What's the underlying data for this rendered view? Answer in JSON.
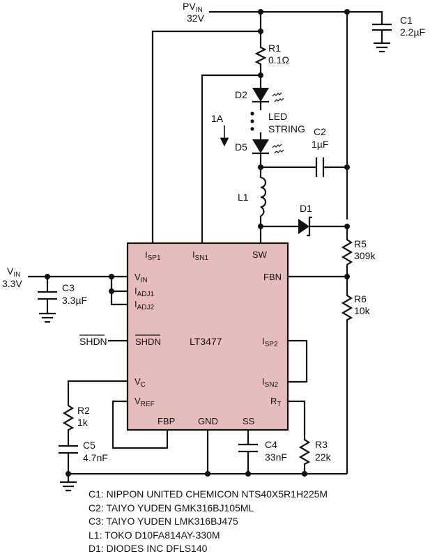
{
  "supply": {
    "pv_name": "PV",
    "pv_sub": "IN",
    "pv_value": "32V",
    "vin_name": "V",
    "vin_sub": "IN",
    "vin_value": "3.3V"
  },
  "ic": {
    "name": "LT3477",
    "pins": {
      "isp1": {
        "main": "I",
        "sub": "SP1"
      },
      "isn1": {
        "main": "I",
        "sub": "SN1"
      },
      "sw": {
        "main": "SW",
        "sub": ""
      },
      "vin": {
        "main": "V",
        "sub": "IN"
      },
      "iadj1": {
        "main": "I",
        "sub": "ADJ1"
      },
      "iadj2": {
        "main": "I",
        "sub": "ADJ2"
      },
      "fbn": {
        "main": "FBN",
        "sub": ""
      },
      "shdn": {
        "main": "SHDN",
        "sub": ""
      },
      "isp2": {
        "main": "I",
        "sub": "SP2"
      },
      "vc": {
        "main": "V",
        "sub": "C"
      },
      "isn2": {
        "main": "I",
        "sub": "SN2"
      },
      "vref": {
        "main": "V",
        "sub": "REF"
      },
      "rt": {
        "main": "R",
        "sub": "T"
      },
      "fbp": {
        "main": "FBP",
        "sub": ""
      },
      "gnd": {
        "main": "GND",
        "sub": ""
      },
      "ss": {
        "main": "SS",
        "sub": ""
      }
    }
  },
  "shdn_input": "SHDN",
  "components": {
    "c1": {
      "name": "C1",
      "value": "2.2µF"
    },
    "c2": {
      "name": "C2",
      "value": "1µF"
    },
    "c3": {
      "name": "C3",
      "value": "3.3µF"
    },
    "c4": {
      "name": "C4",
      "value": "33nF"
    },
    "c5": {
      "name": "C5",
      "value": "4.7nF"
    },
    "r1": {
      "name": "R1",
      "value": "0.1Ω"
    },
    "r2": {
      "name": "R2",
      "value": "1k"
    },
    "r3": {
      "name": "R3",
      "value": "22k"
    },
    "r5": {
      "name": "R5",
      "value": "309k"
    },
    "r6": {
      "name": "R6",
      "value": "10k"
    },
    "l1": {
      "name": "L1"
    },
    "d1": {
      "name": "D1"
    },
    "d2": {
      "name": "D2"
    },
    "d5": {
      "name": "D5"
    }
  },
  "led_string": {
    "line1": "LED",
    "line2": "STRING"
  },
  "current": "1A",
  "notes": [
    "C1: NIPPON UNITED CHEMICON NTS40X5R1H225M",
    "C2: TAIYO YUDEN GMK316BJ105ML",
    "C3: TAIYO YUDEN LMK316BJ475",
    "L1: TOKO D10FA814AY-330M",
    "D1: DIODES INC DFLS140"
  ],
  "colors": {
    "ic_fill": "#e7bcbc",
    "wire": "#111111"
  }
}
